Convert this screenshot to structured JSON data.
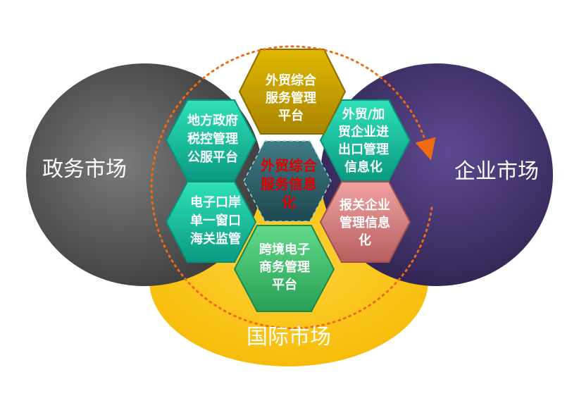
{
  "markets": {
    "government": "政务市场",
    "enterprise": "企业市场",
    "international": "国际市场"
  },
  "center": [
    "外贸综合",
    "服务信息",
    "化"
  ],
  "hexagons": {
    "top": [
      "外贸综合",
      "服务管理",
      "平台"
    ],
    "upper_left": [
      "地方政府",
      "税控管理",
      "公服平台"
    ],
    "upper_right": [
      "外贸/加",
      "贸企业进",
      "出口管理",
      "信息化"
    ],
    "lower_left": [
      "电子口岸",
      "单一窗口",
      "海关监管"
    ],
    "lower_right": [
      "报关企业",
      "管理信息",
      "化"
    ],
    "bottom": [
      "跨境电子",
      "商务管理",
      "平台"
    ]
  },
  "colors": {
    "government_circle": "#555555",
    "enterprise_circle": "#4b3a78",
    "international_circle": "#ffc400",
    "teal_hex": "#19b89a",
    "gold_hex": "#c8a000",
    "green_hex": "#3fb96a",
    "pink_hex": "#d98080",
    "center_hex": "#2e5f6a",
    "center_text": "#e00000",
    "arrow": "#f06a10"
  }
}
